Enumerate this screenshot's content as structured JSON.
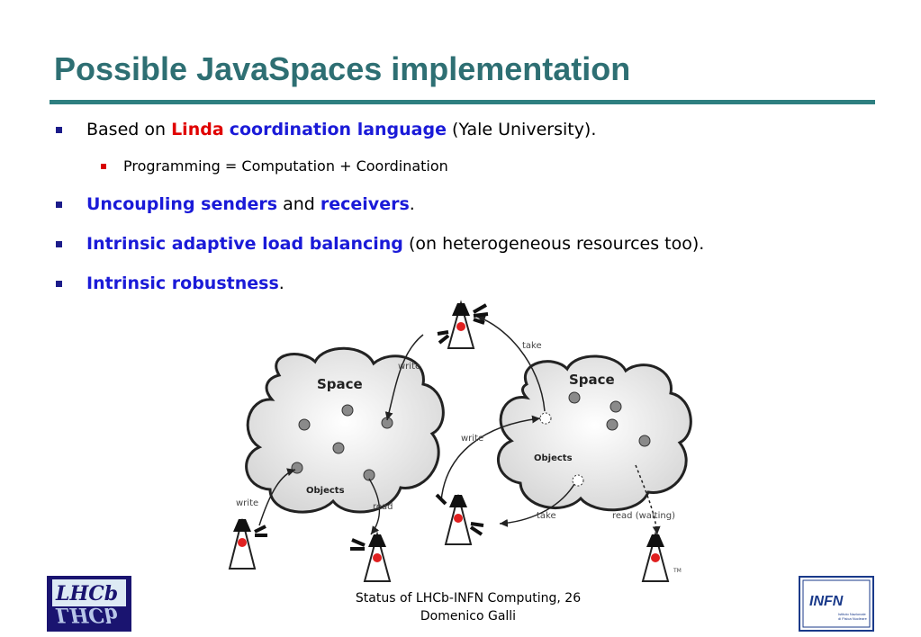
{
  "slide": {
    "title": "Possible JavaSpaces implementation",
    "bullets": [
      {
        "prefix": "Based on ",
        "linda": "Linda",
        "space": " ",
        "coord": "coordination language",
        "suffix": " (Yale University)."
      },
      {
        "text": "Programming = Computation + Coordination"
      },
      {
        "a": "Uncoupling senders",
        "b": " and ",
        "c": "receivers",
        "d": "."
      },
      {
        "a": "Intrinsic adaptive load balancing",
        "b": " (on heterogeneous resources too)."
      },
      {
        "a": "Intrinsic robustness",
        "b": "."
      }
    ]
  },
  "diagram": {
    "space_label": "Space",
    "objects_label": "Objects",
    "write": "write",
    "read": "read",
    "take": "take",
    "read_waiting": "read (waiting)",
    "tm": "TM"
  },
  "footer": {
    "line1": "Status of LHCb-INFN Computing, 26",
    "line2": "Domenico Galli"
  },
  "logos": {
    "left": "LHCb",
    "right": "INFN",
    "right_sub1": "Istituto Nazionale",
    "right_sub2": "di Fisica Nucleare"
  },
  "colors": {
    "title": "#2e6f73",
    "rule": "#2e7f80",
    "highlight_red": "#e00000",
    "highlight_blue": "#1a1ad8"
  }
}
